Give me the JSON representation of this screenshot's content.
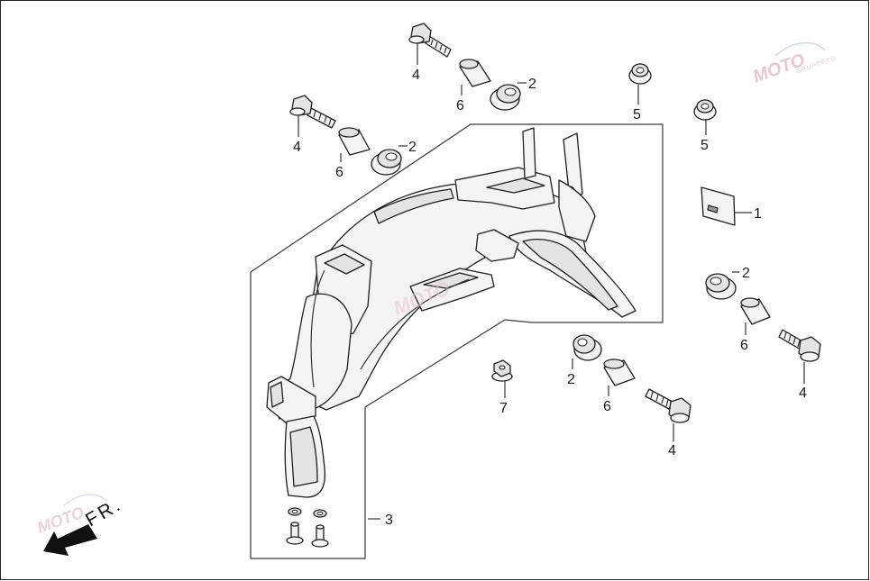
{
  "labels": [
    {
      "id": "label-1",
      "text": "1"
    },
    {
      "id": "label-2a",
      "text": "2"
    },
    {
      "id": "label-2b",
      "text": "2"
    },
    {
      "id": "label-2c",
      "text": "2"
    },
    {
      "id": "label-2d",
      "text": "2"
    },
    {
      "id": "label-3",
      "text": "3"
    },
    {
      "id": "label-4a",
      "text": "4"
    },
    {
      "id": "label-4b",
      "text": "4"
    },
    {
      "id": "label-4c",
      "text": "4"
    },
    {
      "id": "label-4d",
      "text": "4"
    },
    {
      "id": "label-5a",
      "text": "5"
    },
    {
      "id": "label-5b",
      "text": "5"
    },
    {
      "id": "label-6a",
      "text": "6"
    },
    {
      "id": "label-6b",
      "text": "6"
    },
    {
      "id": "label-6c",
      "text": "6"
    },
    {
      "id": "label-6d",
      "text": "6"
    },
    {
      "id": "label-7",
      "text": "7"
    }
  ],
  "direction_label": "FR.",
  "watermark": {
    "brand": "MOTO",
    "sub": "GRUPPETO"
  },
  "colors": {
    "line": "#1e1e1e",
    "watermark": "#e7c3c9",
    "background": "#ffffff"
  }
}
